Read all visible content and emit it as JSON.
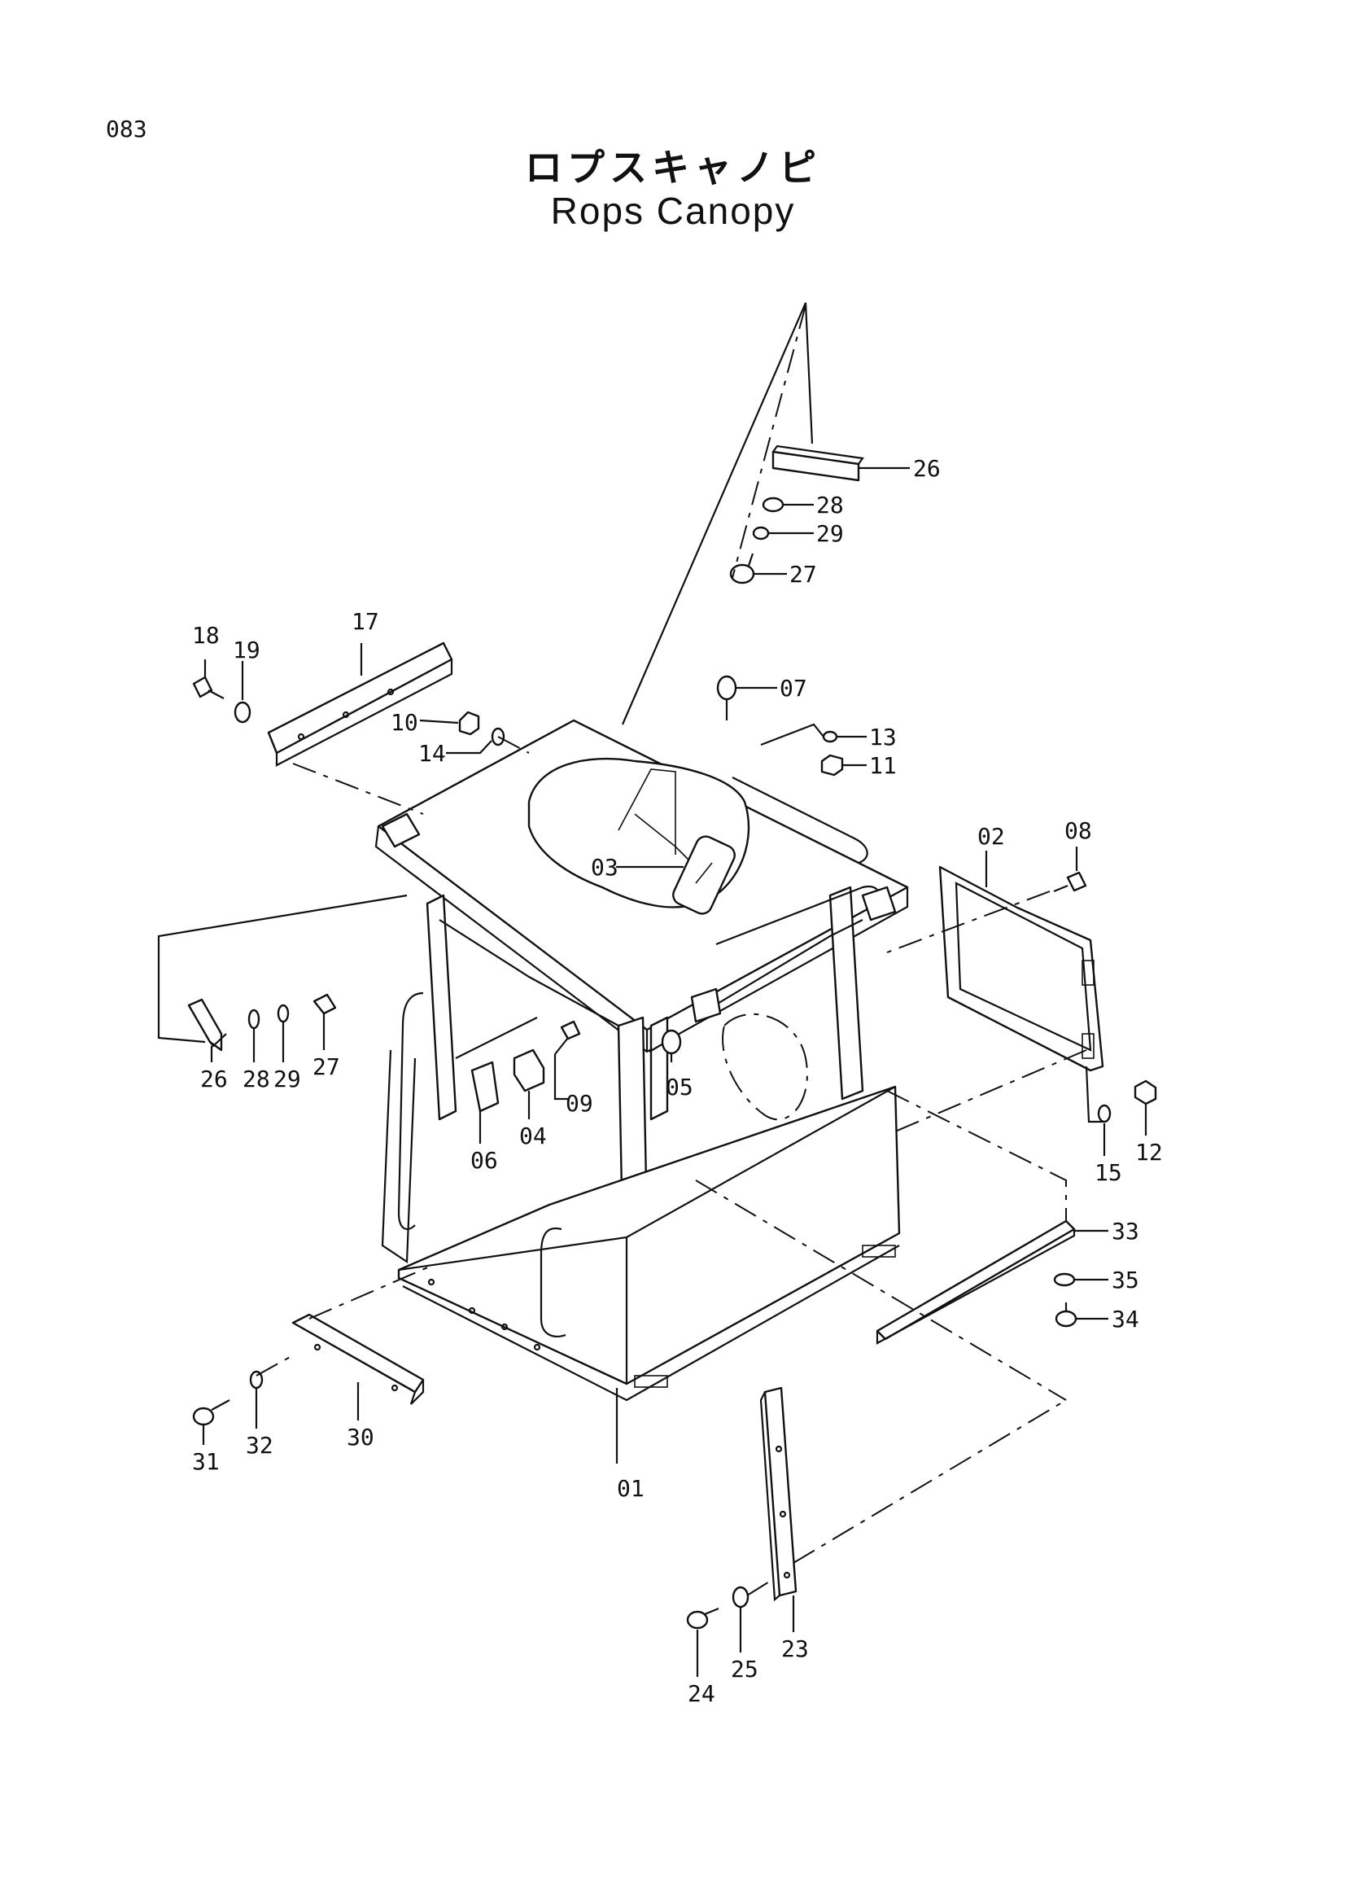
{
  "page_number": "083",
  "title_jp": "ロプスキャノピ",
  "title_en": "Rops Canopy",
  "part_labels": {
    "p01": "01",
    "p02": "02",
    "p03": "03",
    "p04": "04",
    "p05": "05",
    "p06": "06",
    "p07": "07",
    "p08": "08",
    "p09": "09",
    "p10": "10",
    "p11": "11",
    "p12": "12",
    "p13": "13",
    "p14": "14",
    "p15": "15",
    "p17": "17",
    "p18": "18",
    "p19": "19",
    "p23": "23",
    "p24": "24",
    "p25": "25",
    "p26": "26",
    "p27": "27",
    "p28": "28",
    "p29": "29",
    "p30": "30",
    "p31": "31",
    "p32": "32",
    "p33": "33",
    "p34": "34",
    "p35": "35"
  }
}
